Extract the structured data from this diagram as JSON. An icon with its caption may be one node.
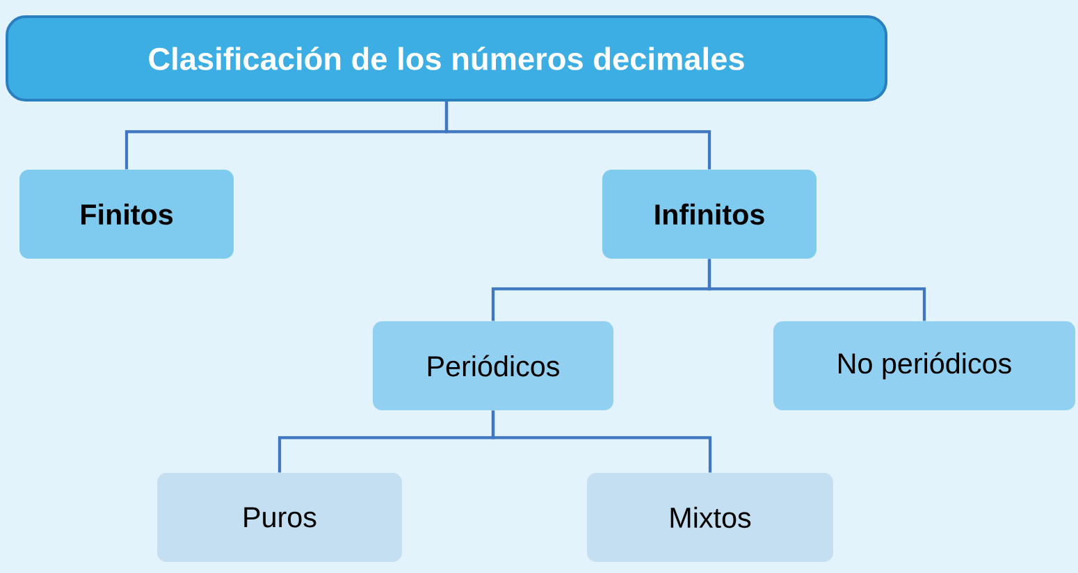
{
  "diagram": {
    "title": "Clasificación de los números decimales",
    "nodes": [
      {
        "text": [
          "Finitos"
        ]
      },
      {
        "text": [
          "Infinitos"
        ]
      },
      {
        "text": [
          "Periódicos"
        ]
      },
      {
        "text": [
          "No periódicos"
        ]
      },
      {
        "text": [
          "Puros"
        ]
      },
      {
        "text": [
          "Mixtos"
        ]
      }
    ],
    "edges": [
      {
        "from": null,
        "to": 0,
        "arrow": "none"
      },
      {
        "from": null,
        "to": 1,
        "arrow": "none"
      },
      {
        "from": 1,
        "to": 2,
        "arrow": "none"
      },
      {
        "from": 1,
        "to": 3,
        "arrow": "none"
      },
      {
        "from": 2,
        "to": 4,
        "arrow": "none"
      },
      {
        "from": 2,
        "to": 5,
        "arrow": "none"
      }
    ]
  }
}
